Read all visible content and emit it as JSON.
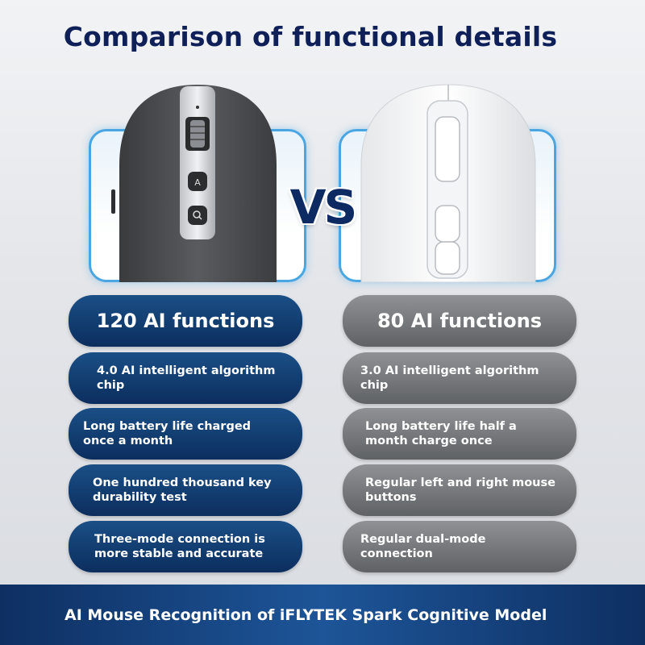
{
  "title": "Comparison of functional details",
  "vs_text": "VS",
  "left": {
    "heading": "120 AI functions",
    "items": [
      "4.0 AI intelligent algorithm chip",
      "Long battery life charged once a month",
      "One hundred thousand key durability test",
      "Three-mode connection is more stable and accurate"
    ]
  },
  "right": {
    "heading": "80 AI functions",
    "items": [
      "3.0 AI intelligent algorithm chip",
      "Long battery life half a month charge once",
      "Regular left and right mouse buttons",
      "Regular dual-mode connection"
    ]
  },
  "footer": "AI Mouse Recognition of iFLYTEK Spark Cognitive Model",
  "colors": {
    "title": "#0f1f58",
    "frame_border": "#49a6e3",
    "blue_pill": "#0c2e5e",
    "gray_pill": "#5f6265",
    "footer_bg": "#1d5598"
  },
  "icons": {
    "left_product": "dark-gray-ai-mouse",
    "right_product": "white-mouse"
  }
}
